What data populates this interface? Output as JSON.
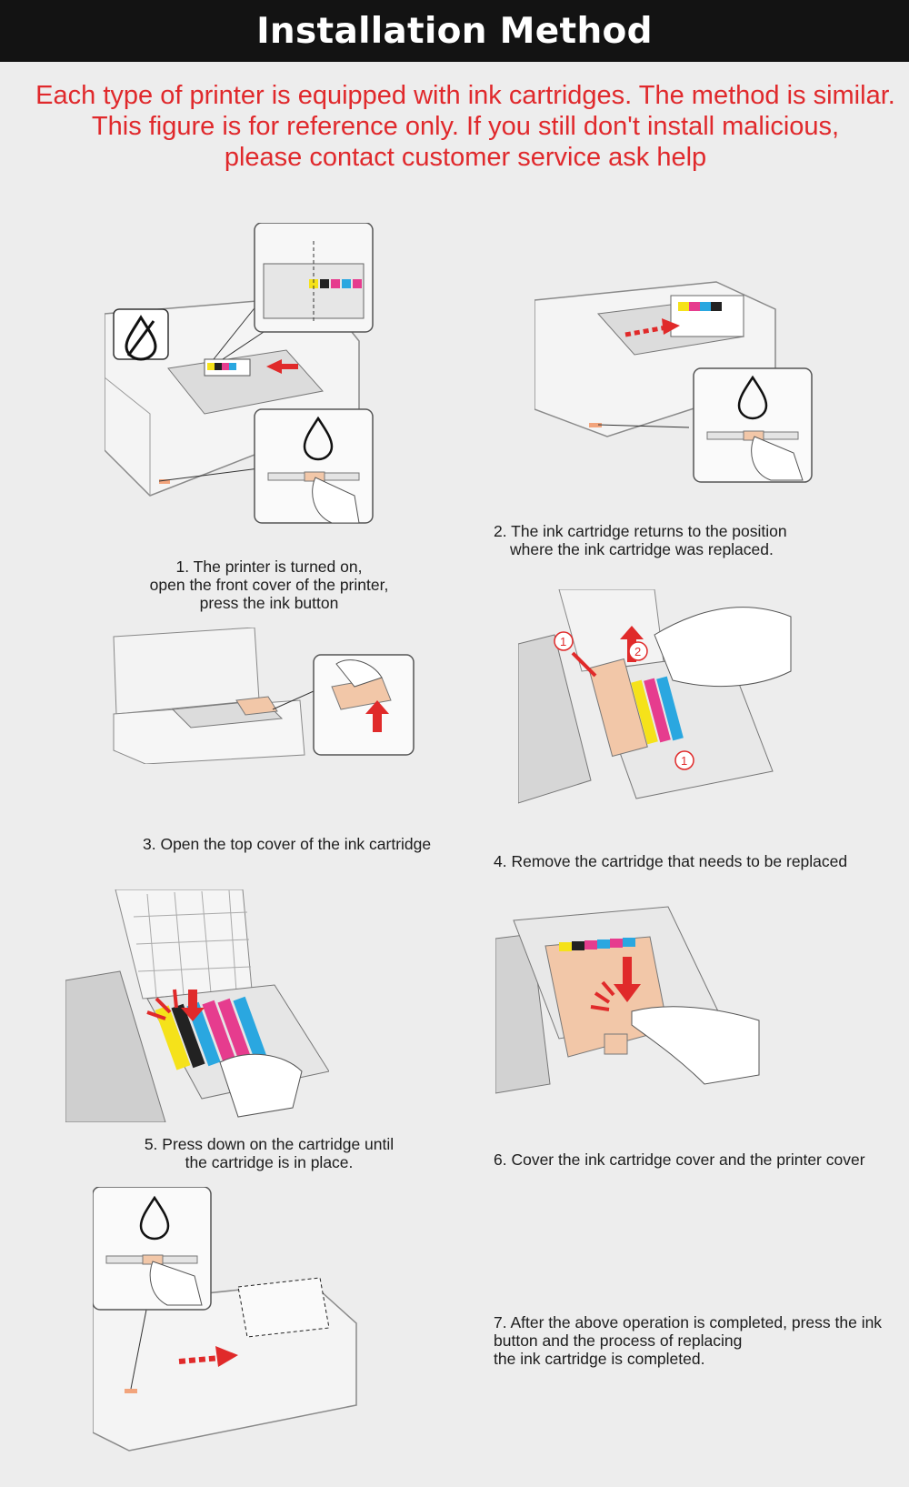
{
  "header": {
    "title": "Installation Method"
  },
  "intro": {
    "lines": [
      "Each type of printer is equipped with ink cartridges. The method is similar.",
      "This figure is for reference only. If you still don't install malicious,",
      "please contact customer service ask help"
    ]
  },
  "steps": [
    {
      "lines": [
        "1. The printer is turned on,",
        "open the front cover of the printer,",
        "press the ink button"
      ]
    },
    {
      "lines": [
        "2. The ink cartridge returns to the position",
        "where the ink cartridge was replaced."
      ]
    },
    {
      "lines": [
        "3. Open the top cover of the ink cartridge"
      ]
    },
    {
      "lines": [
        "4. Remove the cartridge that needs to be replaced"
      ]
    },
    {
      "lines": [
        "5. Press down on the cartridge until",
        "the cartridge is in place."
      ]
    },
    {
      "lines": [
        "6. Cover the ink cartridge cover and the printer cover"
      ]
    },
    {
      "lines": [
        "7. After the above operation is completed, press the ink",
        "button and the process of replacing",
        "the ink cartridge is completed."
      ]
    }
  ],
  "callouts": {
    "one": "1",
    "two": "2"
  },
  "colors": {
    "header_bg": "#131313",
    "header_text": "#ffffff",
    "intro_text": "#e0292c",
    "caption_text": "#1c1c1c",
    "accent_arrow": "#e02a2a",
    "cartridge_orange": "#f2c7a8",
    "ink_yellow": "#f5e21a",
    "ink_black": "#222222",
    "ink_magenta": "#e63c8e",
    "ink_cyan": "#2aa7e0"
  }
}
